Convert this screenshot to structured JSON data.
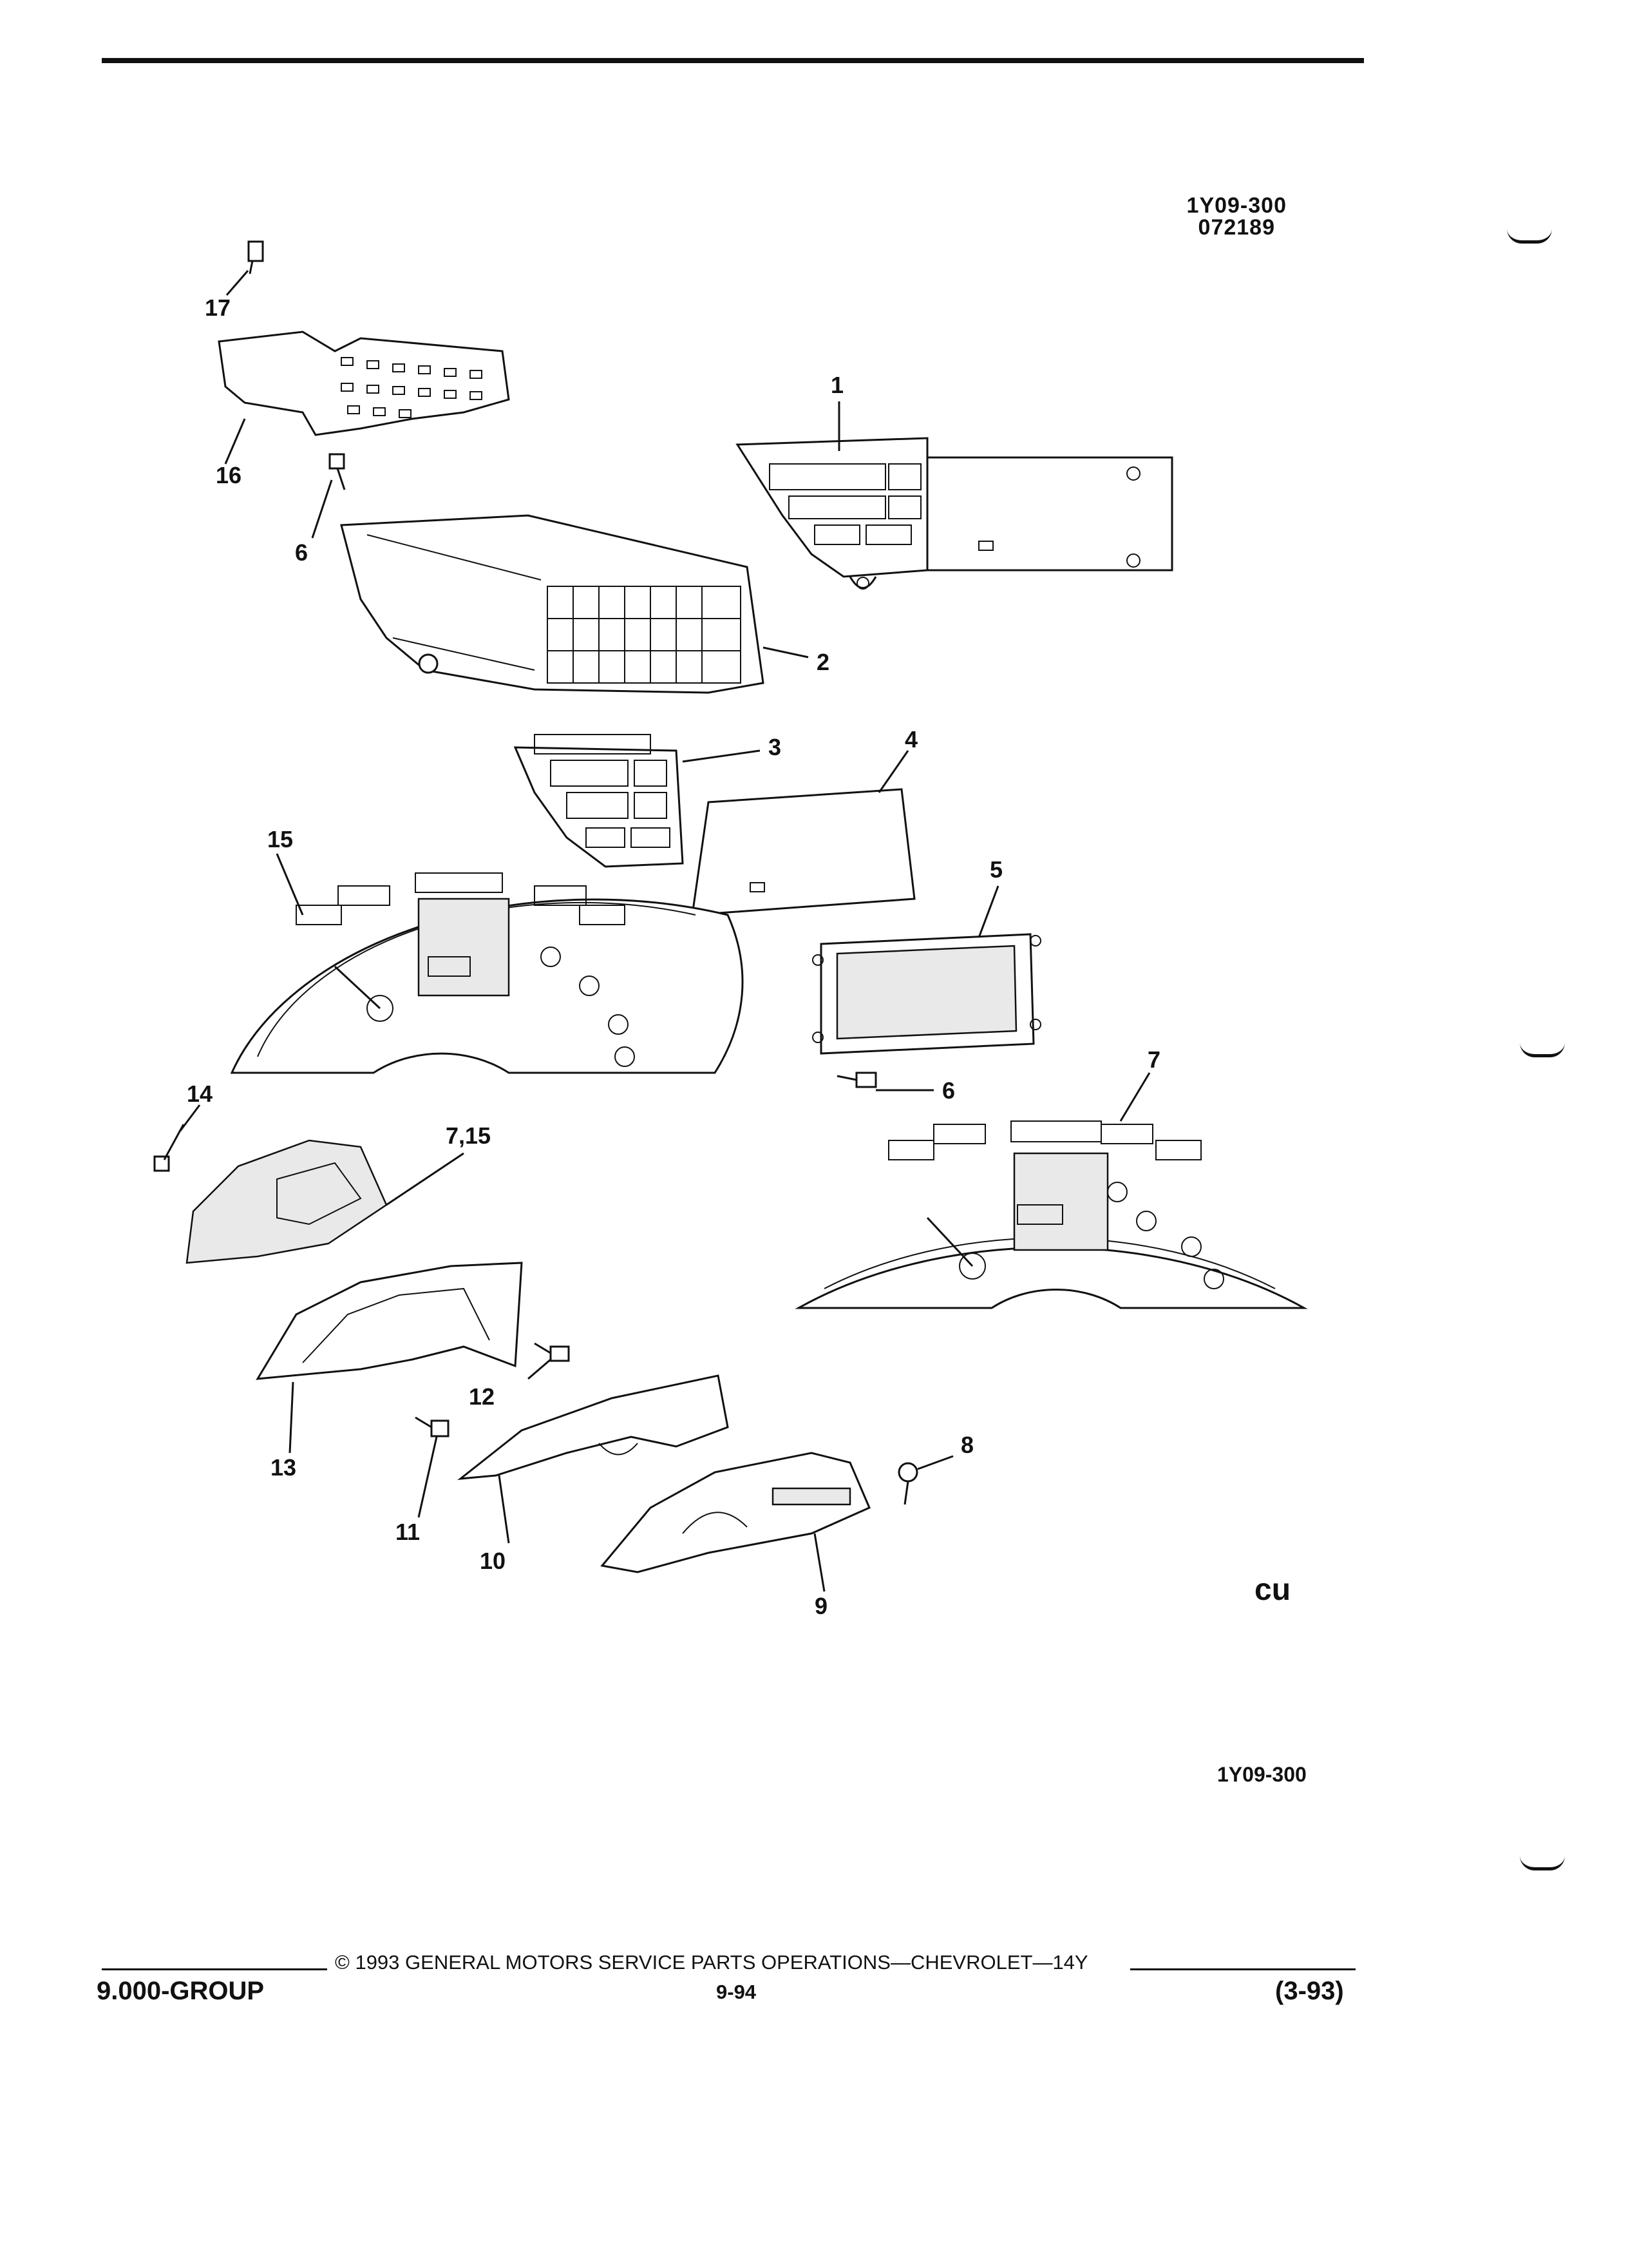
{
  "header": {
    "figure_id": "1Y09-300",
    "figure_date": "072189"
  },
  "callouts": [
    "1",
    "2",
    "3",
    "4",
    "5",
    "6",
    "6",
    "7",
    "7,15",
    "8",
    "9",
    "10",
    "11",
    "12",
    "13",
    "14",
    "15",
    "16",
    "17"
  ],
  "figure_ref": "1Y09-300",
  "mark": "cu",
  "footer": {
    "copyright": "© 1993  GENERAL MOTORS SERVICE PARTS OPERATIONS—CHEVROLET—14Y",
    "group": "9.000-GROUP",
    "page": "9-94",
    "date": "(3-93)"
  }
}
